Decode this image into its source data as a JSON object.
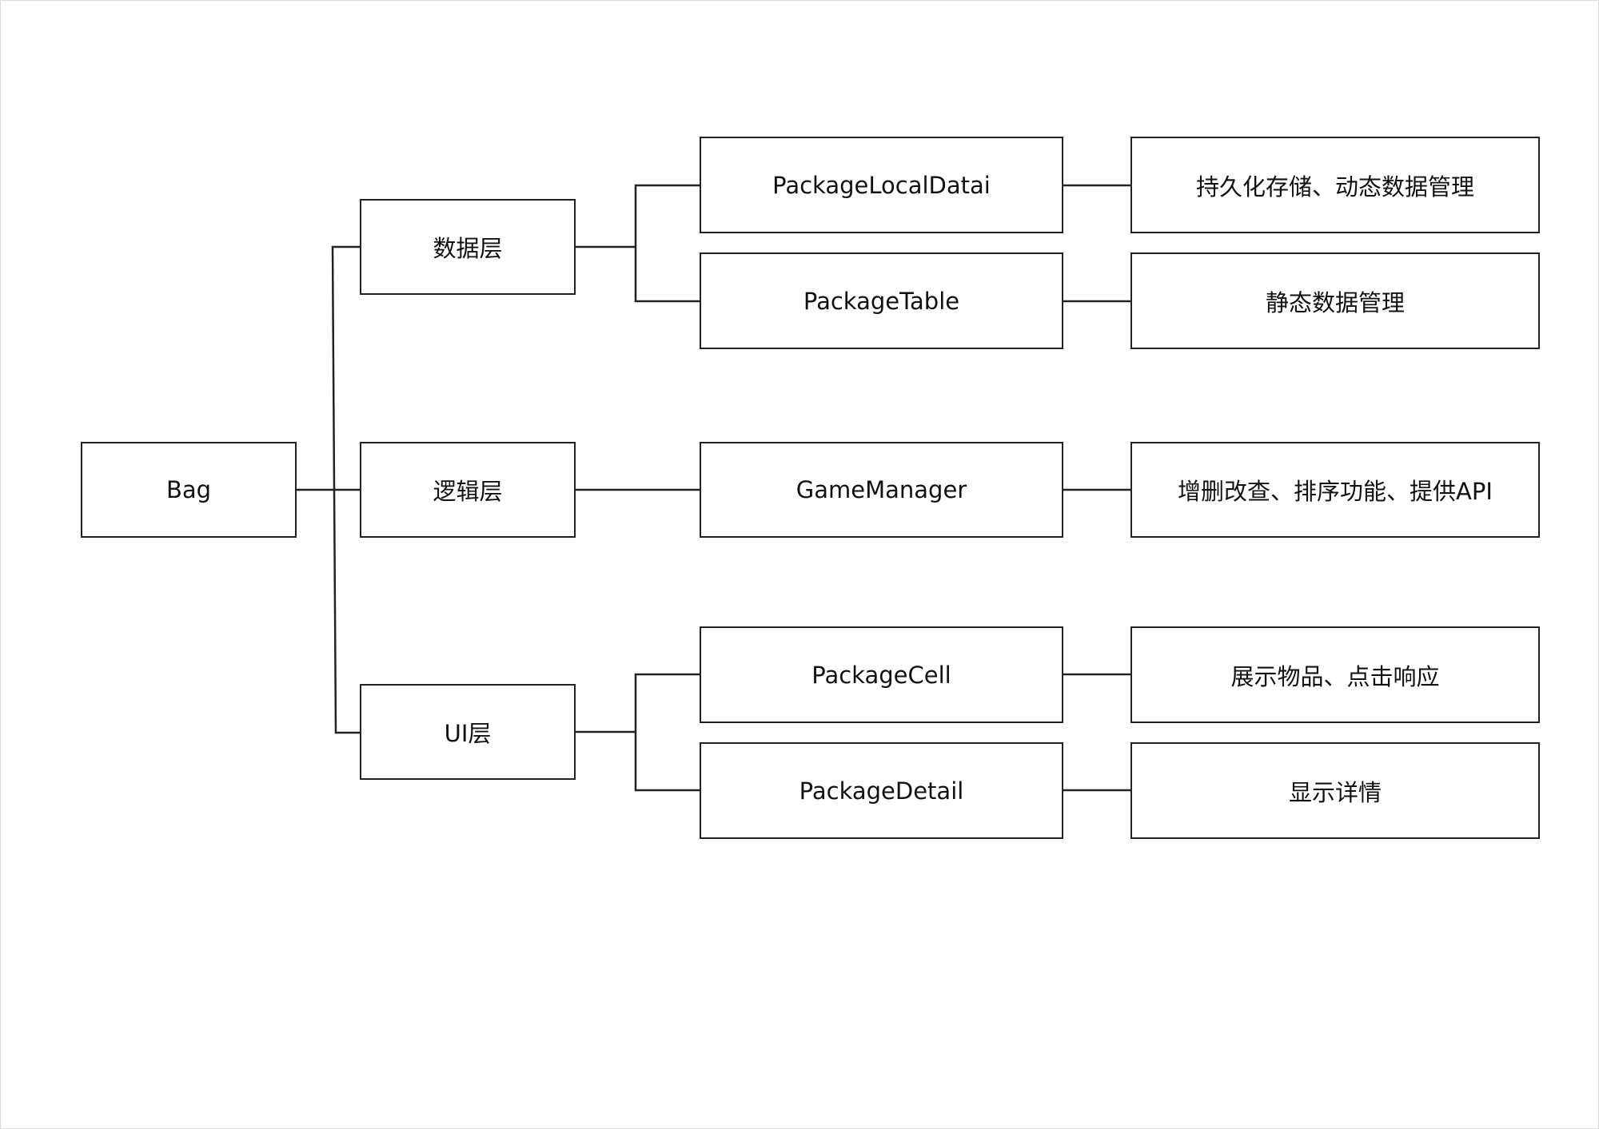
{
  "diagram": {
    "root": {
      "label": "Bag"
    },
    "layers": [
      {
        "label": "数据层",
        "components": [
          {
            "label": "PackageLocalDatai",
            "description": "持久化存储、动态数据管理"
          },
          {
            "label": "PackageTable",
            "description": "静态数据管理"
          }
        ]
      },
      {
        "label": "逻辑层",
        "components": [
          {
            "label": "GameManager",
            "description": "增删改查、排序功能、提供API"
          }
        ]
      },
      {
        "label": "UI层",
        "components": [
          {
            "label": "PackageCell",
            "description": "展示物品、点击响应"
          },
          {
            "label": "PackageDetail",
            "description": "显示详情"
          }
        ]
      }
    ]
  }
}
